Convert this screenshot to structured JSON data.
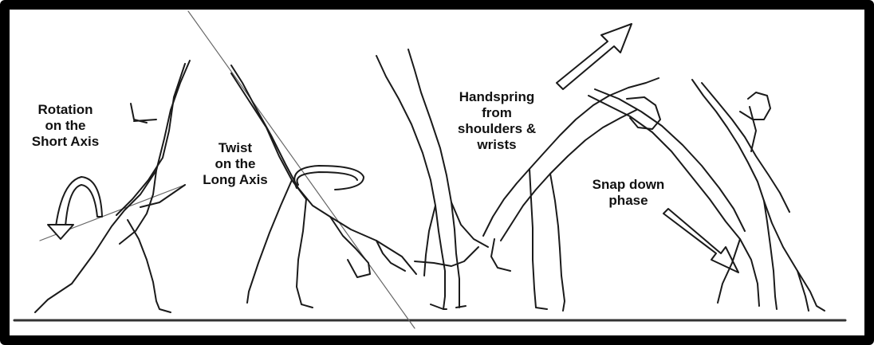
{
  "labels": {
    "rotation": "Rotation\non the\nShort Axis",
    "twist": "Twist\non the\nLong Axis",
    "handspring": "Handspring\nfrom\nshoulders &\nwrists",
    "snap_down": "Snap down\nphase"
  },
  "colors": {
    "ink": "#1a1a1a",
    "border": "#000000",
    "background": "#ffffff"
  }
}
